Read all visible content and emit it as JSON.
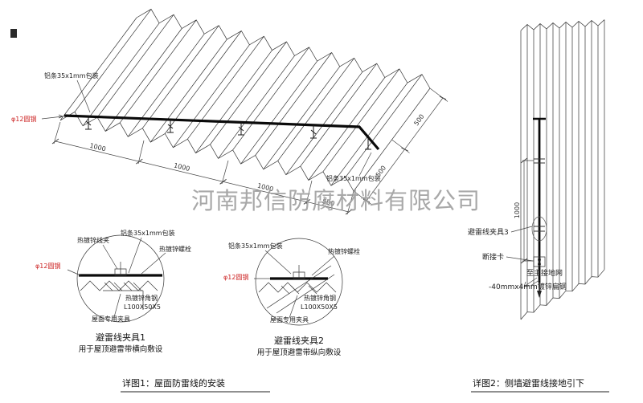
{
  "watermark": "河南邦信防腐材料有限公司",
  "roof": {
    "label_strip_left": "铝条35x1mm包装",
    "label_round_steel": "φ12圆钢",
    "label_strip_right": "铝条35x1mm包装",
    "dim_1000_a": "1000",
    "dim_1000_b": "1000",
    "dim_1000_c": "1000",
    "dim_500_bottom": "500",
    "dim_500_right_a": "500",
    "dim_500_right_b": "500"
  },
  "detail1": {
    "label_wire_clamp": "热镀锌线夹",
    "label_strip": "铝条35x1mm包装",
    "label_bolt": "热镀锌螺栓",
    "label_round_steel": "φ12圆钢",
    "label_angle_steel": "热镀锌角钢",
    "label_angle_size": "L100X50X5",
    "label_roof_clamp": "屋面专用夹具",
    "title": "避雷线夹具1",
    "subtitle": "用于屋顶避雷带横向敷设"
  },
  "detail2": {
    "label_strip": "铝条35x1mm包装",
    "label_bolt": "热镀锌螺栓",
    "label_round_steel": "φ12圆钢",
    "label_angle_steel": "热镀锌角钢",
    "label_angle_size": "L100X50X5",
    "label_roof_clamp": "屋面专用夹具",
    "title": "避雷线夹具2",
    "subtitle": "用于屋顶避雷带纵向敷设"
  },
  "wall": {
    "label_clamp": "避雷线夹具3",
    "label_disconnect": "断接卡",
    "label_to_ground": "至主接地网",
    "label_flat_steel": "-40mmx4mm镀锌扁钢",
    "dim_1000": "1000"
  },
  "captions": {
    "fig1": "详图1：屋面防雷线的安装",
    "fig2": "详图2：侧墙避雷线接地引下"
  },
  "colors": {
    "line": "#333333",
    "accent_red": "#cc2222",
    "watermark": "#9a9a9a"
  }
}
